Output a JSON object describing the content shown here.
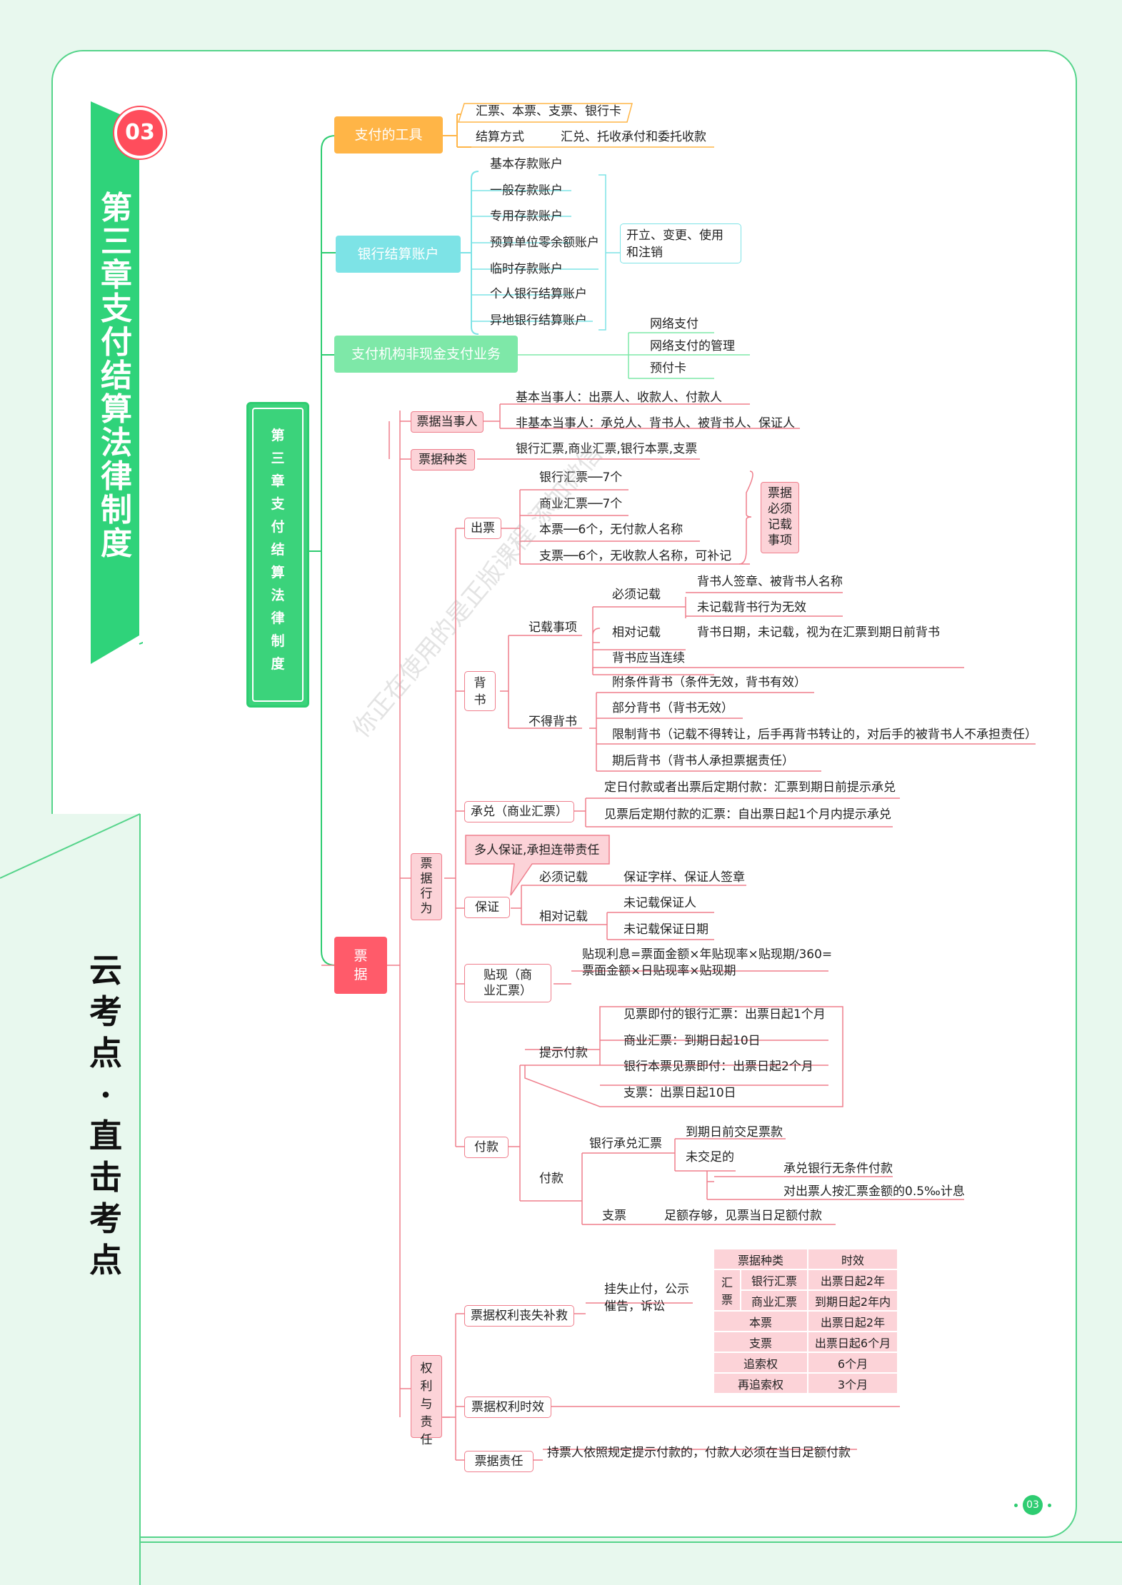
{
  "chapter": {
    "badge": "03",
    "ribbon_title": "第三章 支付结算法律制度",
    "slogan": "云考点·直击考点",
    "root_node": "第三章支付结算法律制度",
    "page_number": "03",
    "watermark": "你正在使用的是正版课程 添加微信"
  },
  "colors": {
    "green": "#2ecc71",
    "orange": "#ffb547",
    "cyan": "#7de3e6",
    "mint": "#7ee8a8",
    "red": "#ff5b6a",
    "pink": "#fcd3d8",
    "pinkline": "#ef7e8c"
  },
  "tools": {
    "label": "支付的工具",
    "item1": "汇票、本票、支票、银行卡",
    "item2_label": "结算方式",
    "item2_value": "汇兑、托收承付和委托收款"
  },
  "accounts": {
    "label": "银行结算账户",
    "items": [
      "基本存款账户",
      "一般存款账户",
      "专用存款账户",
      "预算单位零余额账户",
      "临时存款账户",
      "个人银行结算账户",
      "异地银行结算账户"
    ],
    "note": "开立、变更、使用和注销"
  },
  "noncash": {
    "label": "支付机构非现金支付业务",
    "items": [
      "网络支付",
      "网络支付的管理",
      "预付卡"
    ]
  },
  "bills": {
    "label": "票据",
    "parties": {
      "label": "票据当事人",
      "basic": "基本当事人：出票人、收款人、付款人",
      "nonbasic": "非基本当事人：承兑人、背书人、被背书人、保证人"
    },
    "types": {
      "label": "票据种类",
      "value": "银行汇票,商业汇票,银行本票,支票"
    },
    "acts": {
      "label": "票据行为",
      "issue": {
        "label": "出票",
        "items": [
          "银行汇票──7个",
          "商业汇票──7个",
          "本票──6个，无付款人名称",
          "支票──6个，无收款人名称，可补记"
        ],
        "note": "票据必须记载事项"
      },
      "endorse": {
        "label": "背书",
        "record_label": "记载事项",
        "must_label": "必须记载",
        "must_items": [
          "背书人签章、被背书人名称",
          "未记载背书行为无效"
        ],
        "relative_label": "相对记载",
        "relative_value": "背书日期，未记载，视为在汇票到期日前背书",
        "continuous": "背书应当连续",
        "bad_label": "不得背书",
        "bad_items": [
          "附条件背书（条件无效，背书有效）",
          "部分背书（背书无效）",
          "限制背书（记载不得转让，后手再背书转让的，对后手的被背书人不承担责任）",
          "期后背书（背书人承担票据责任）"
        ]
      },
      "accept": {
        "label": "承兑（商业汇票）",
        "items": [
          "定日付款或者出票后定期付款：汇票到期日前提示承兑",
          "见票后定期付款的汇票：自出票日起1个月内提示承兑"
        ]
      },
      "guarantee": {
        "label": "保证",
        "callout": "多人保证,承担连带责任",
        "must_label": "必须记载",
        "must_value": "保证字样、保证人签章",
        "relative_label": "相对记载",
        "relative_items": [
          "未记载保证人",
          "未记载保证日期"
        ]
      },
      "discount": {
        "label": "贴现（商业汇票）",
        "formula_line1": "贴现利息=票面金额×年贴现率×贴现期/360=",
        "formula_line2": "票面金额×日贴现率×贴现期"
      },
      "payment": {
        "label": "付款",
        "present_label": "提示付款",
        "present_items": [
          "见票即付的银行汇票：出票日起1个月",
          "商业汇票：到期日起10日",
          "银行本票见票即付：出票日起2个月",
          "支票：出票日起10日"
        ],
        "pay_label": "付款",
        "bank_accept_label": "银行承兑汇票",
        "bank_items": [
          "到期日前交足票款",
          "未交足的"
        ],
        "unpaid_items": [
          "承兑银行无条件付款",
          "对出票人按汇票金额的0.5‰计息"
        ],
        "check_label": "支票",
        "check_value": "足额存够，见票当日足额付款"
      }
    },
    "rights": {
      "label": "权利与责任",
      "loss_label": "票据权利丧失补救",
      "loss_value": "挂失止付，公示催告，诉讼",
      "limit_label": "票据权利时效",
      "duty_label": "票据责任",
      "duty_value": "持票人依照规定提示付款的，付款人必须在当日足额付款",
      "table": {
        "header": [
          "票据种类",
          "时效"
        ],
        "draft_group": "汇票",
        "rows": [
          {
            "sub": "银行汇票",
            "value": "出票日起2年"
          },
          {
            "sub": "商业汇票",
            "value": "到期日起2年内"
          },
          {
            "name": "本票",
            "value": "出票日起2年"
          },
          {
            "name": "支票",
            "value": "出票日起6个月"
          },
          {
            "name": "追索权",
            "value": "6个月"
          },
          {
            "name": "再追索权",
            "value": "3个月"
          }
        ]
      }
    }
  }
}
